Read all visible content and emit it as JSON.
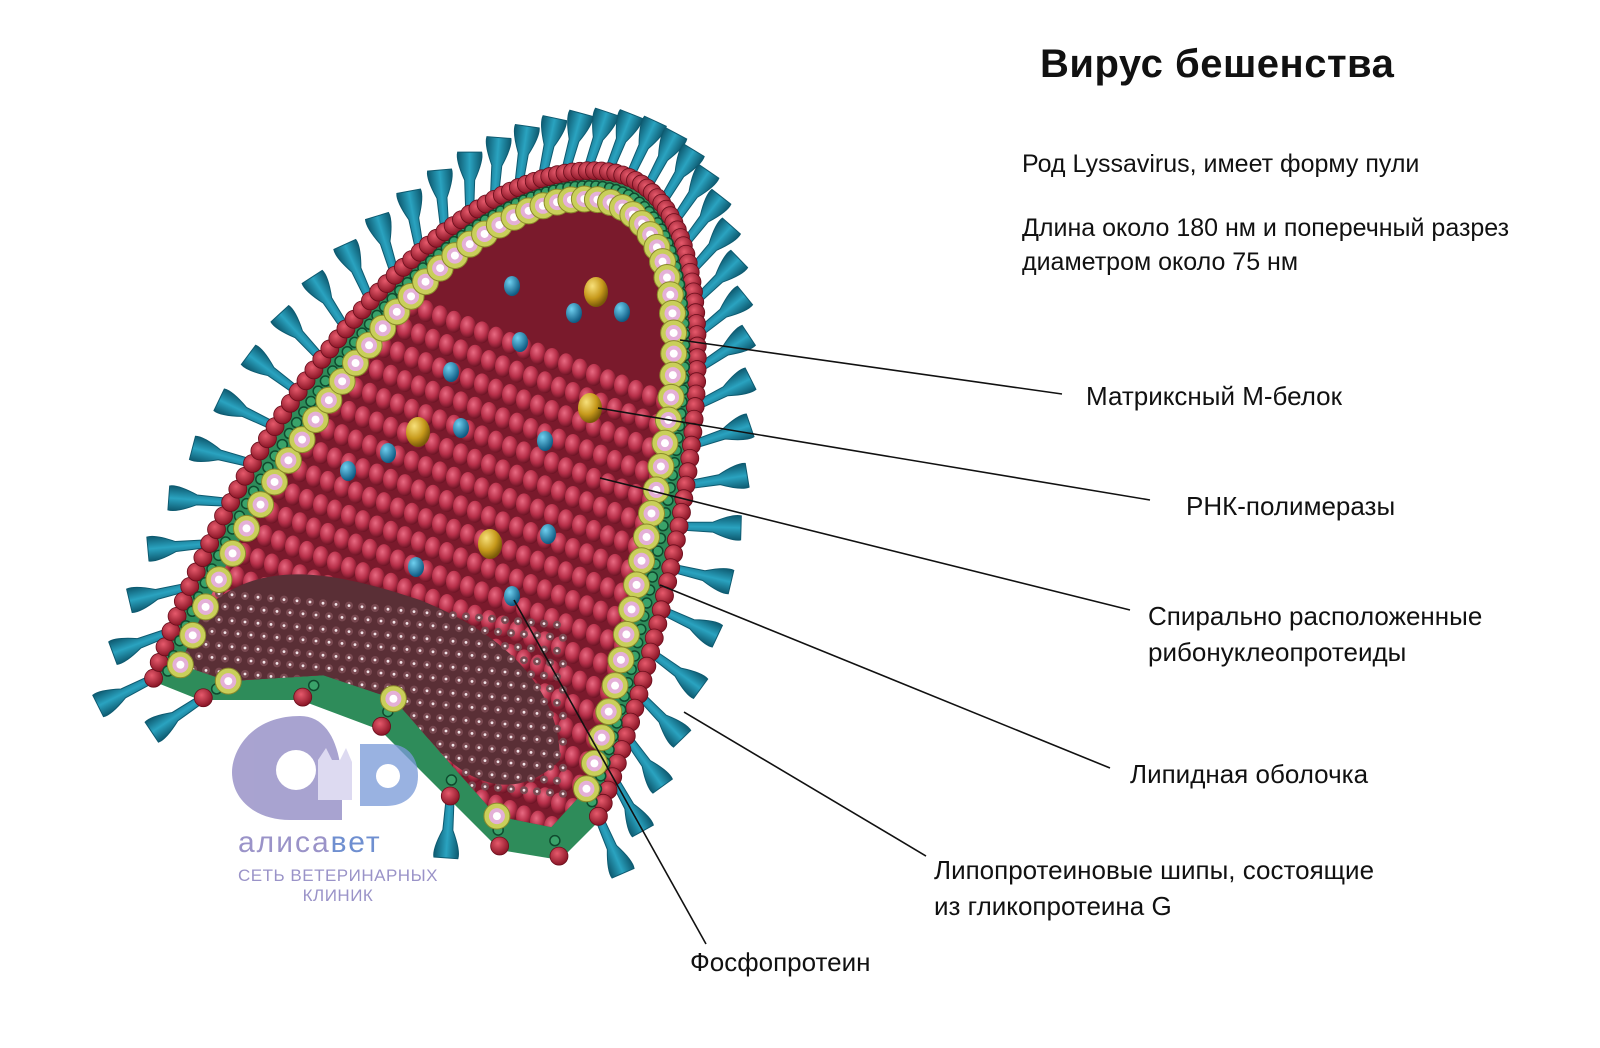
{
  "title": "Вирус бешенства",
  "info": {
    "line1": "Род Lyssavirus, имеет форму пули",
    "line2": "Длина около 180 нм и поперечный разрез",
    "line3": "диаметром около 75 нм"
  },
  "labels": {
    "matrix_protein": "Матриксный М-белок",
    "rna_polymerase": "РНК-полимеразы",
    "rnp_line1": "Спирально расположенные",
    "rnp_line2": "рибонуклеопротеиды",
    "lipid_envelope": "Липидная оболочка",
    "spikes_line1": "Липопротеиновые шипы, состоящие",
    "spikes_line2": "из гликопротеина G",
    "phosphoprotein": "Фосфопротеин"
  },
  "watermark": {
    "brand_a": "алиса",
    "brand_b": "вет",
    "sub_line1": "СЕТЬ ВЕТЕРИНАРНЫХ",
    "sub_line2": "КЛИНИК"
  },
  "colors": {
    "spike": "#1a7d9a",
    "spike_dark": "#0e5a70",
    "membrane": "#b3263a",
    "lipid": "#2e8c5a",
    "matrix_ring": "#c9cf5a",
    "matrix_core": "#e4b0d8",
    "rnp": "#b8304a",
    "rnp_dark": "#6e1526",
    "polymerase": "#c79a1c",
    "phosphoprotein": "#1a82b4",
    "base_grid": "#5a2f36",
    "watermark": "#9a93c8"
  }
}
